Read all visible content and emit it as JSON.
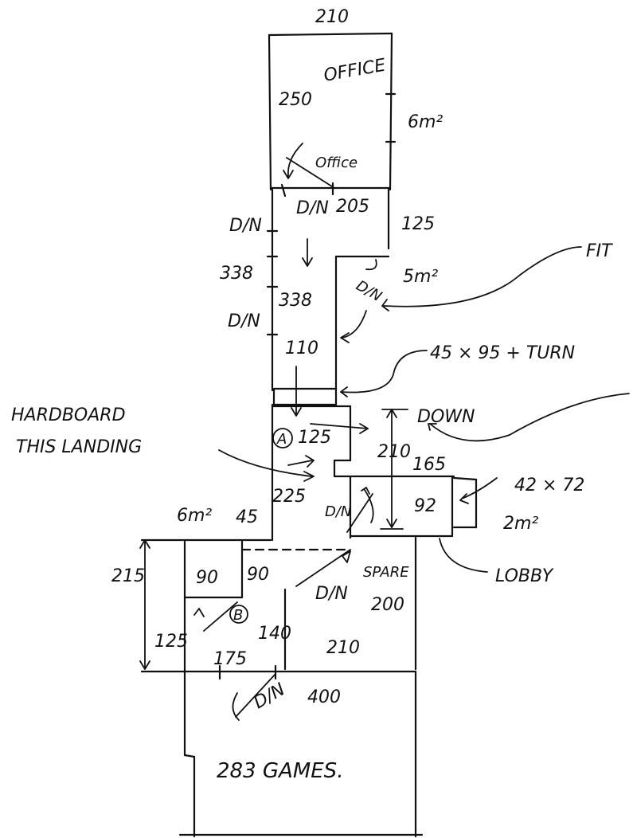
{
  "labels": {
    "top_width": "210",
    "office": "OFFICE",
    "office_depth": "250",
    "office_area": "6m²",
    "office_scribble": "Office",
    "dn_office": "D/N",
    "office_bottom": "205",
    "corridor_right": "125",
    "corridor_area": "5m²",
    "fit": "FIT",
    "dn_left_upper": "D/N",
    "corridor_height_outer": "338",
    "corridor_height_inner": "338",
    "dn_left_lower": "D/N",
    "dn_corridor": "D/N",
    "corridor_width": "110",
    "step_note": "45 × 95 + TURN",
    "hardboard": "HARDBOARD",
    "this_landing": "THIS LANDING",
    "landing_marker": "A",
    "landing_width": "125",
    "down": "DOWN",
    "landing_drop": "210",
    "landing_165": "165",
    "landing_225": "225",
    "dn_landing": "D/N",
    "lobby_92": "92",
    "lobby_size": "42 × 72",
    "lobby_area": "2m²",
    "lobby": "LOBBY",
    "left_area": "6m²",
    "left_45": "45",
    "height_215": "215",
    "room_90a": "90",
    "room_90b": "90",
    "marker_b": "B",
    "dim_125": "125",
    "dim_140": "140",
    "spare": "SPARE",
    "dn_spare": "D/N",
    "spare_200": "200",
    "spare_210": "210",
    "dim_175": "175",
    "dn_games": "D/N",
    "games_400": "400",
    "games": "283 GAMES."
  }
}
